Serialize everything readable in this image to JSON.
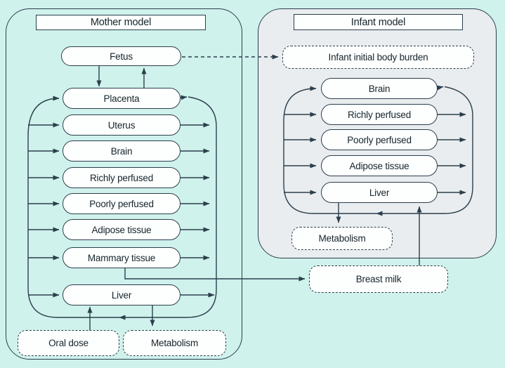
{
  "colors": {
    "background": "#cff2ec",
    "infant_panel_fill": "#e9edef",
    "box_fill": "#fdfffe",
    "line": "#2c3e4c",
    "text": "#16242c"
  },
  "mother": {
    "title": "Mother model",
    "fetus_label": "Fetus",
    "compartments": [
      "Placenta",
      "Uterus",
      "Brain",
      "Richly perfused",
      "Poorly perfused",
      "Adipose tissue",
      "Mammary tissue",
      "Liver"
    ],
    "oral_dose_label": "Oral dose",
    "metabolism_label": "Metabolism"
  },
  "infant": {
    "title": "Infant model",
    "initial_body_burden_label": "Infant initial body burden",
    "compartments": [
      "Brain",
      "Richly perfused",
      "Poorly perfused",
      "Adipose tissue",
      "Liver"
    ],
    "metabolism_label": "Metabolism",
    "breast_milk_label": "Breast milk"
  }
}
